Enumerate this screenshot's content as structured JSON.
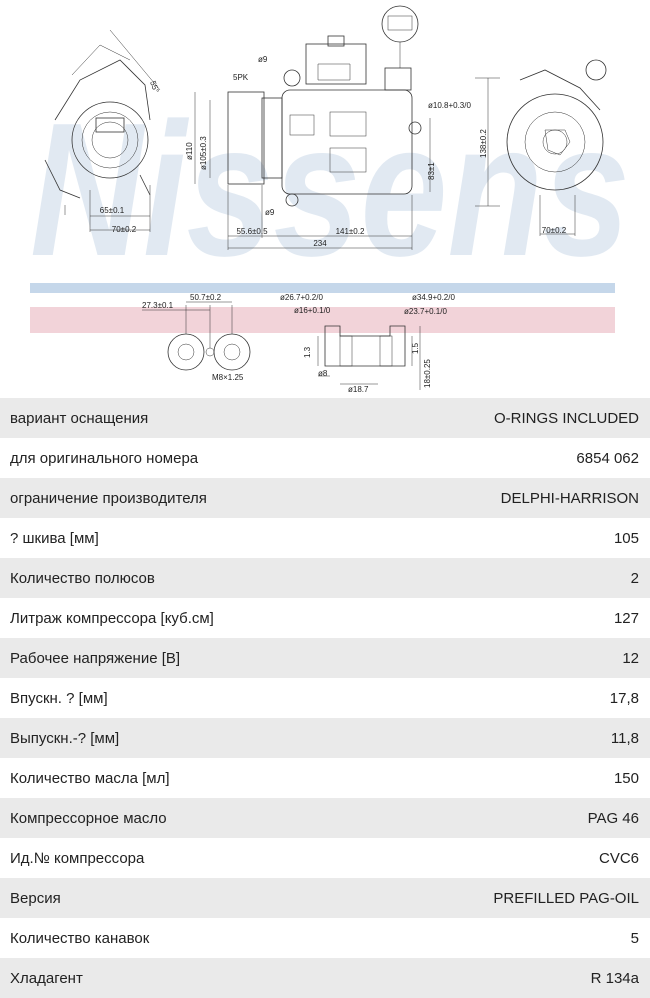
{
  "brand_watermark": "Nissens",
  "drawing": {
    "labels": {
      "pk": "5PK",
      "d9_top": "ø9",
      "d9_bottom": "ø9",
      "d110": "ø110",
      "d105": "ø105±0.3",
      "d10_8": "ø10.8+0.3/0",
      "h83": "83±1",
      "h138": "138±0.2",
      "w55_6": "55.6±0.5",
      "w141": "141±0.2",
      "w234": "234",
      "w65": "65±0.1",
      "w70_left": "70±0.2",
      "w70_right": "70±0.2",
      "a55": "55°",
      "d27_3": "27.3±0.1",
      "d50_7": "50.7±0.2",
      "thread": "M8×1.25",
      "d26_7": "ø26.7+0.2/0",
      "d16": "ø16+0.1/0",
      "d34_9": "ø34.9+0.2/0",
      "d23_7": "ø23.7+0.1/0",
      "h1_3": "1.3",
      "h1_5": "1.5",
      "h18": "18±0.25",
      "w8": "ø8",
      "d18_7": "ø18.7"
    }
  },
  "specs": [
    {
      "label": "вариант оснащения",
      "value": "O-RINGS INCLUDED"
    },
    {
      "label": "для оригинального номера",
      "value": "6854 062"
    },
    {
      "label": "ограничение производителя",
      "value": "DELPHI-HARRISON"
    },
    {
      "label": "? шкива [мм]",
      "value": "105"
    },
    {
      "label": "Количество полюсов",
      "value": "2"
    },
    {
      "label": "Литраж компрессора [куб.см]",
      "value": "127"
    },
    {
      "label": "Рабочее напряжение [В]",
      "value": "12"
    },
    {
      "label": "Впускн. ? [мм]",
      "value": "17,8"
    },
    {
      "label": "Выпускн.-? [мм]",
      "value": "11,8"
    },
    {
      "label": "Количество масла [мл]",
      "value": "150"
    },
    {
      "label": "Компрессорное масло",
      "value": "PAG 46"
    },
    {
      "label": "Ид.№ компрессора",
      "value": "CVC6"
    },
    {
      "label": "Версия",
      "value": "PREFILLED PAG-OIL"
    },
    {
      "label": "Количество канавок",
      "value": "5"
    },
    {
      "label": "Хладагент",
      "value": "R 134a"
    }
  ],
  "colors": {
    "watermark_blue": "#c9d8e8",
    "band_blue": "#c5d7ea",
    "band_pink": "#f2d3d9",
    "row_shade": "#eaeaea"
  }
}
